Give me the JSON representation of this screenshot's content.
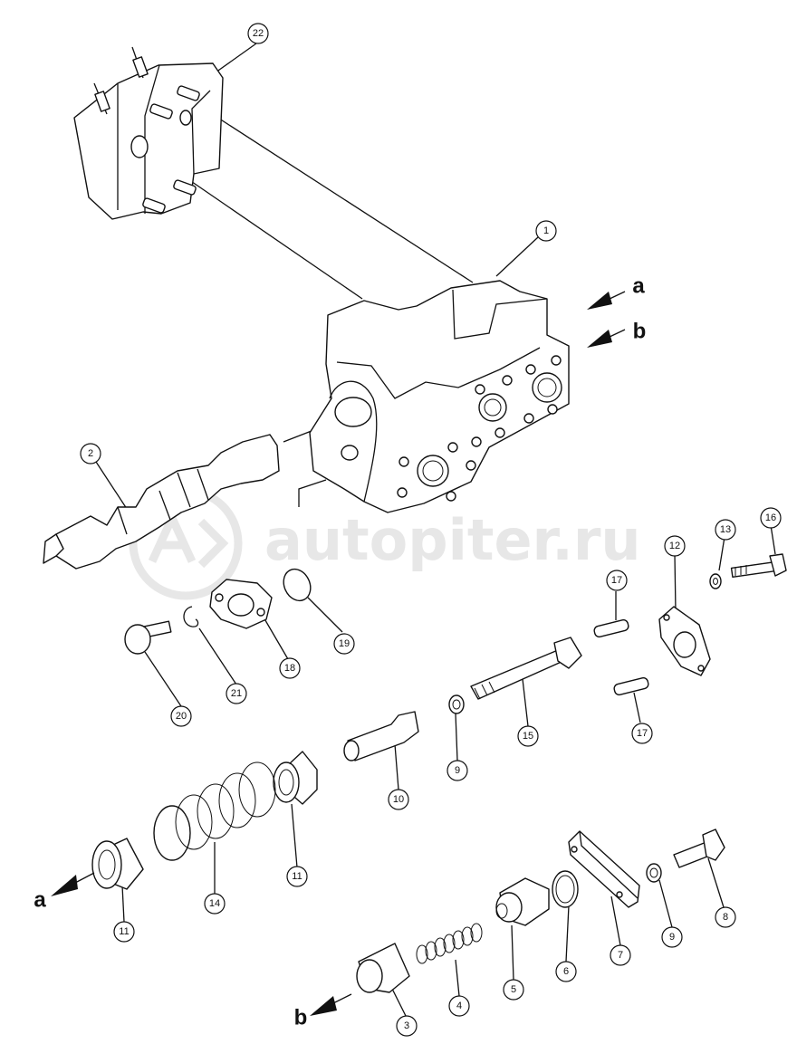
{
  "watermark": {
    "text": "autopiter.ru",
    "logo_icon": "autopiter-logo-icon"
  },
  "arrows": [
    {
      "id": "a-top",
      "label": "a"
    },
    {
      "id": "b-top",
      "label": "b"
    },
    {
      "id": "a-bottom",
      "label": "a"
    },
    {
      "id": "b-bottom",
      "label": "b"
    }
  ],
  "callouts": [
    {
      "id": "c22",
      "label": "22"
    },
    {
      "id": "c1",
      "label": "1"
    },
    {
      "id": "c2",
      "label": "2"
    },
    {
      "id": "c16",
      "label": "16"
    },
    {
      "id": "c13",
      "label": "13"
    },
    {
      "id": "c12",
      "label": "12"
    },
    {
      "id": "c17a",
      "label": "17"
    },
    {
      "id": "c17b",
      "label": "17"
    },
    {
      "id": "c19",
      "label": "19"
    },
    {
      "id": "c18",
      "label": "18"
    },
    {
      "id": "c21",
      "label": "21"
    },
    {
      "id": "c20",
      "label": "20"
    },
    {
      "id": "c15",
      "label": "15"
    },
    {
      "id": "c9a",
      "label": "9"
    },
    {
      "id": "c10",
      "label": "10"
    },
    {
      "id": "c11a",
      "label": "11"
    },
    {
      "id": "c14",
      "label": "14"
    },
    {
      "id": "c11b",
      "label": "11"
    },
    {
      "id": "c8",
      "label": "8"
    },
    {
      "id": "c9b",
      "label": "9"
    },
    {
      "id": "c7",
      "label": "7"
    },
    {
      "id": "c6",
      "label": "6"
    },
    {
      "id": "c5",
      "label": "5"
    },
    {
      "id": "c4",
      "label": "4"
    },
    {
      "id": "c3",
      "label": "3"
    }
  ]
}
